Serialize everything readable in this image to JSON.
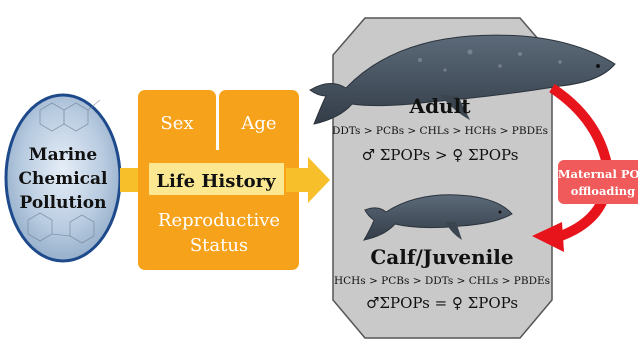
{
  "source": {
    "line1": "Marine",
    "line2": "Chemical",
    "line3": "Pollution"
  },
  "life_history": {
    "sex": "Sex",
    "age": "Age",
    "title": "Life History",
    "status_line1": "Reproductive",
    "status_line2": "Status"
  },
  "adult": {
    "title": "Adult",
    "ranking": "DDTs > PCBs > CHLs > HCHs > PBDEs",
    "comparison": "♂ ΣPOPs > ♀ ΣPOPs"
  },
  "calf": {
    "title": "Calf/Juvenile",
    "ranking": "HCHs > PCBs > DDTs > CHLs > PBDEs",
    "comparison": "♂ΣPOPs = ♀ ΣPOPs"
  },
  "transfer": {
    "line1": "Maternal POP",
    "line2": "offloading"
  },
  "colors": {
    "orange": "#f7a21b",
    "hexagon": "#c9c9c9",
    "red": "#e8141b",
    "label_box": "#f05a5a",
    "whale": "#4a5766"
  }
}
